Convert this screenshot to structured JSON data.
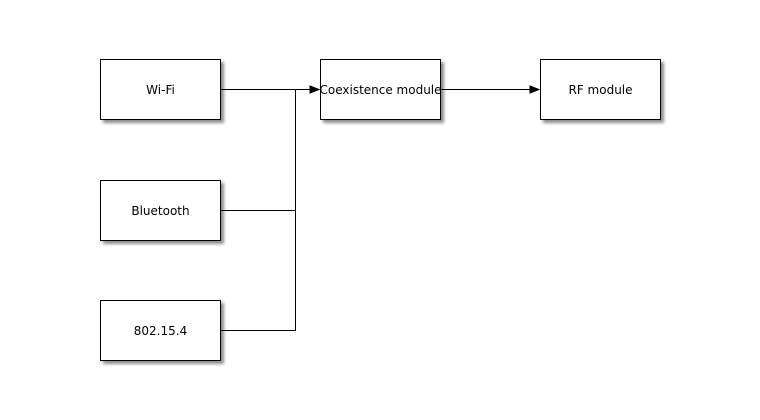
{
  "diagram": {
    "colors": {
      "background": "#ffffff",
      "line": "#000000",
      "block_fill": "#ffffff",
      "block_border": "#000000"
    },
    "blocks": {
      "wifi": {
        "label": "Wi-Fi"
      },
      "bluetooth": {
        "label": "Bluetooth"
      },
      "ieee802154": {
        "label": "802.15.4"
      },
      "coexistence": {
        "label": "Coexistence module"
      },
      "rf_module": {
        "label": "RF module"
      }
    },
    "connections": [
      {
        "from": "wifi",
        "to": "coexistence",
        "arrow": true
      },
      {
        "from": "bluetooth",
        "to": "coexistence",
        "arrow": true
      },
      {
        "from": "ieee802154",
        "to": "coexistence",
        "arrow": true
      },
      {
        "from": "coexistence",
        "to": "rf_module",
        "arrow": true
      }
    ]
  }
}
